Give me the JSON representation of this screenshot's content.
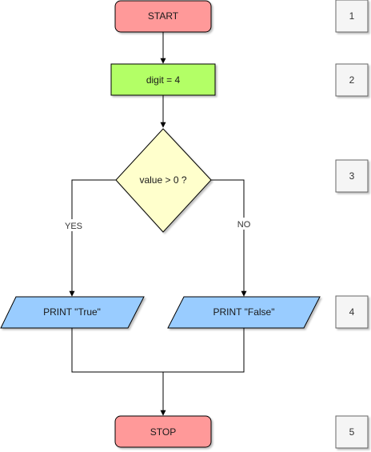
{
  "nodes": {
    "start": {
      "label": "START",
      "fill": "#ff9999"
    },
    "assign": {
      "label": "digit = 4",
      "fill": "#b3ff66"
    },
    "decision": {
      "label": "value > 0 ?",
      "fill": "#ffffcc"
    },
    "print_true": {
      "label": "PRINT \"True\"",
      "fill": "#99ccff"
    },
    "print_false": {
      "label": "PRINT \"False\"",
      "fill": "#99ccff"
    },
    "stop": {
      "label": "STOP",
      "fill": "#ff9999"
    }
  },
  "edge_labels": {
    "yes": "YES",
    "no": "NO"
  },
  "step_numbers": [
    "1",
    "2",
    "3",
    "4",
    "5"
  ],
  "colors": {
    "stroke": "#000000",
    "number_box_fill": "#f5f5f5",
    "number_box_stroke": "#666666"
  }
}
